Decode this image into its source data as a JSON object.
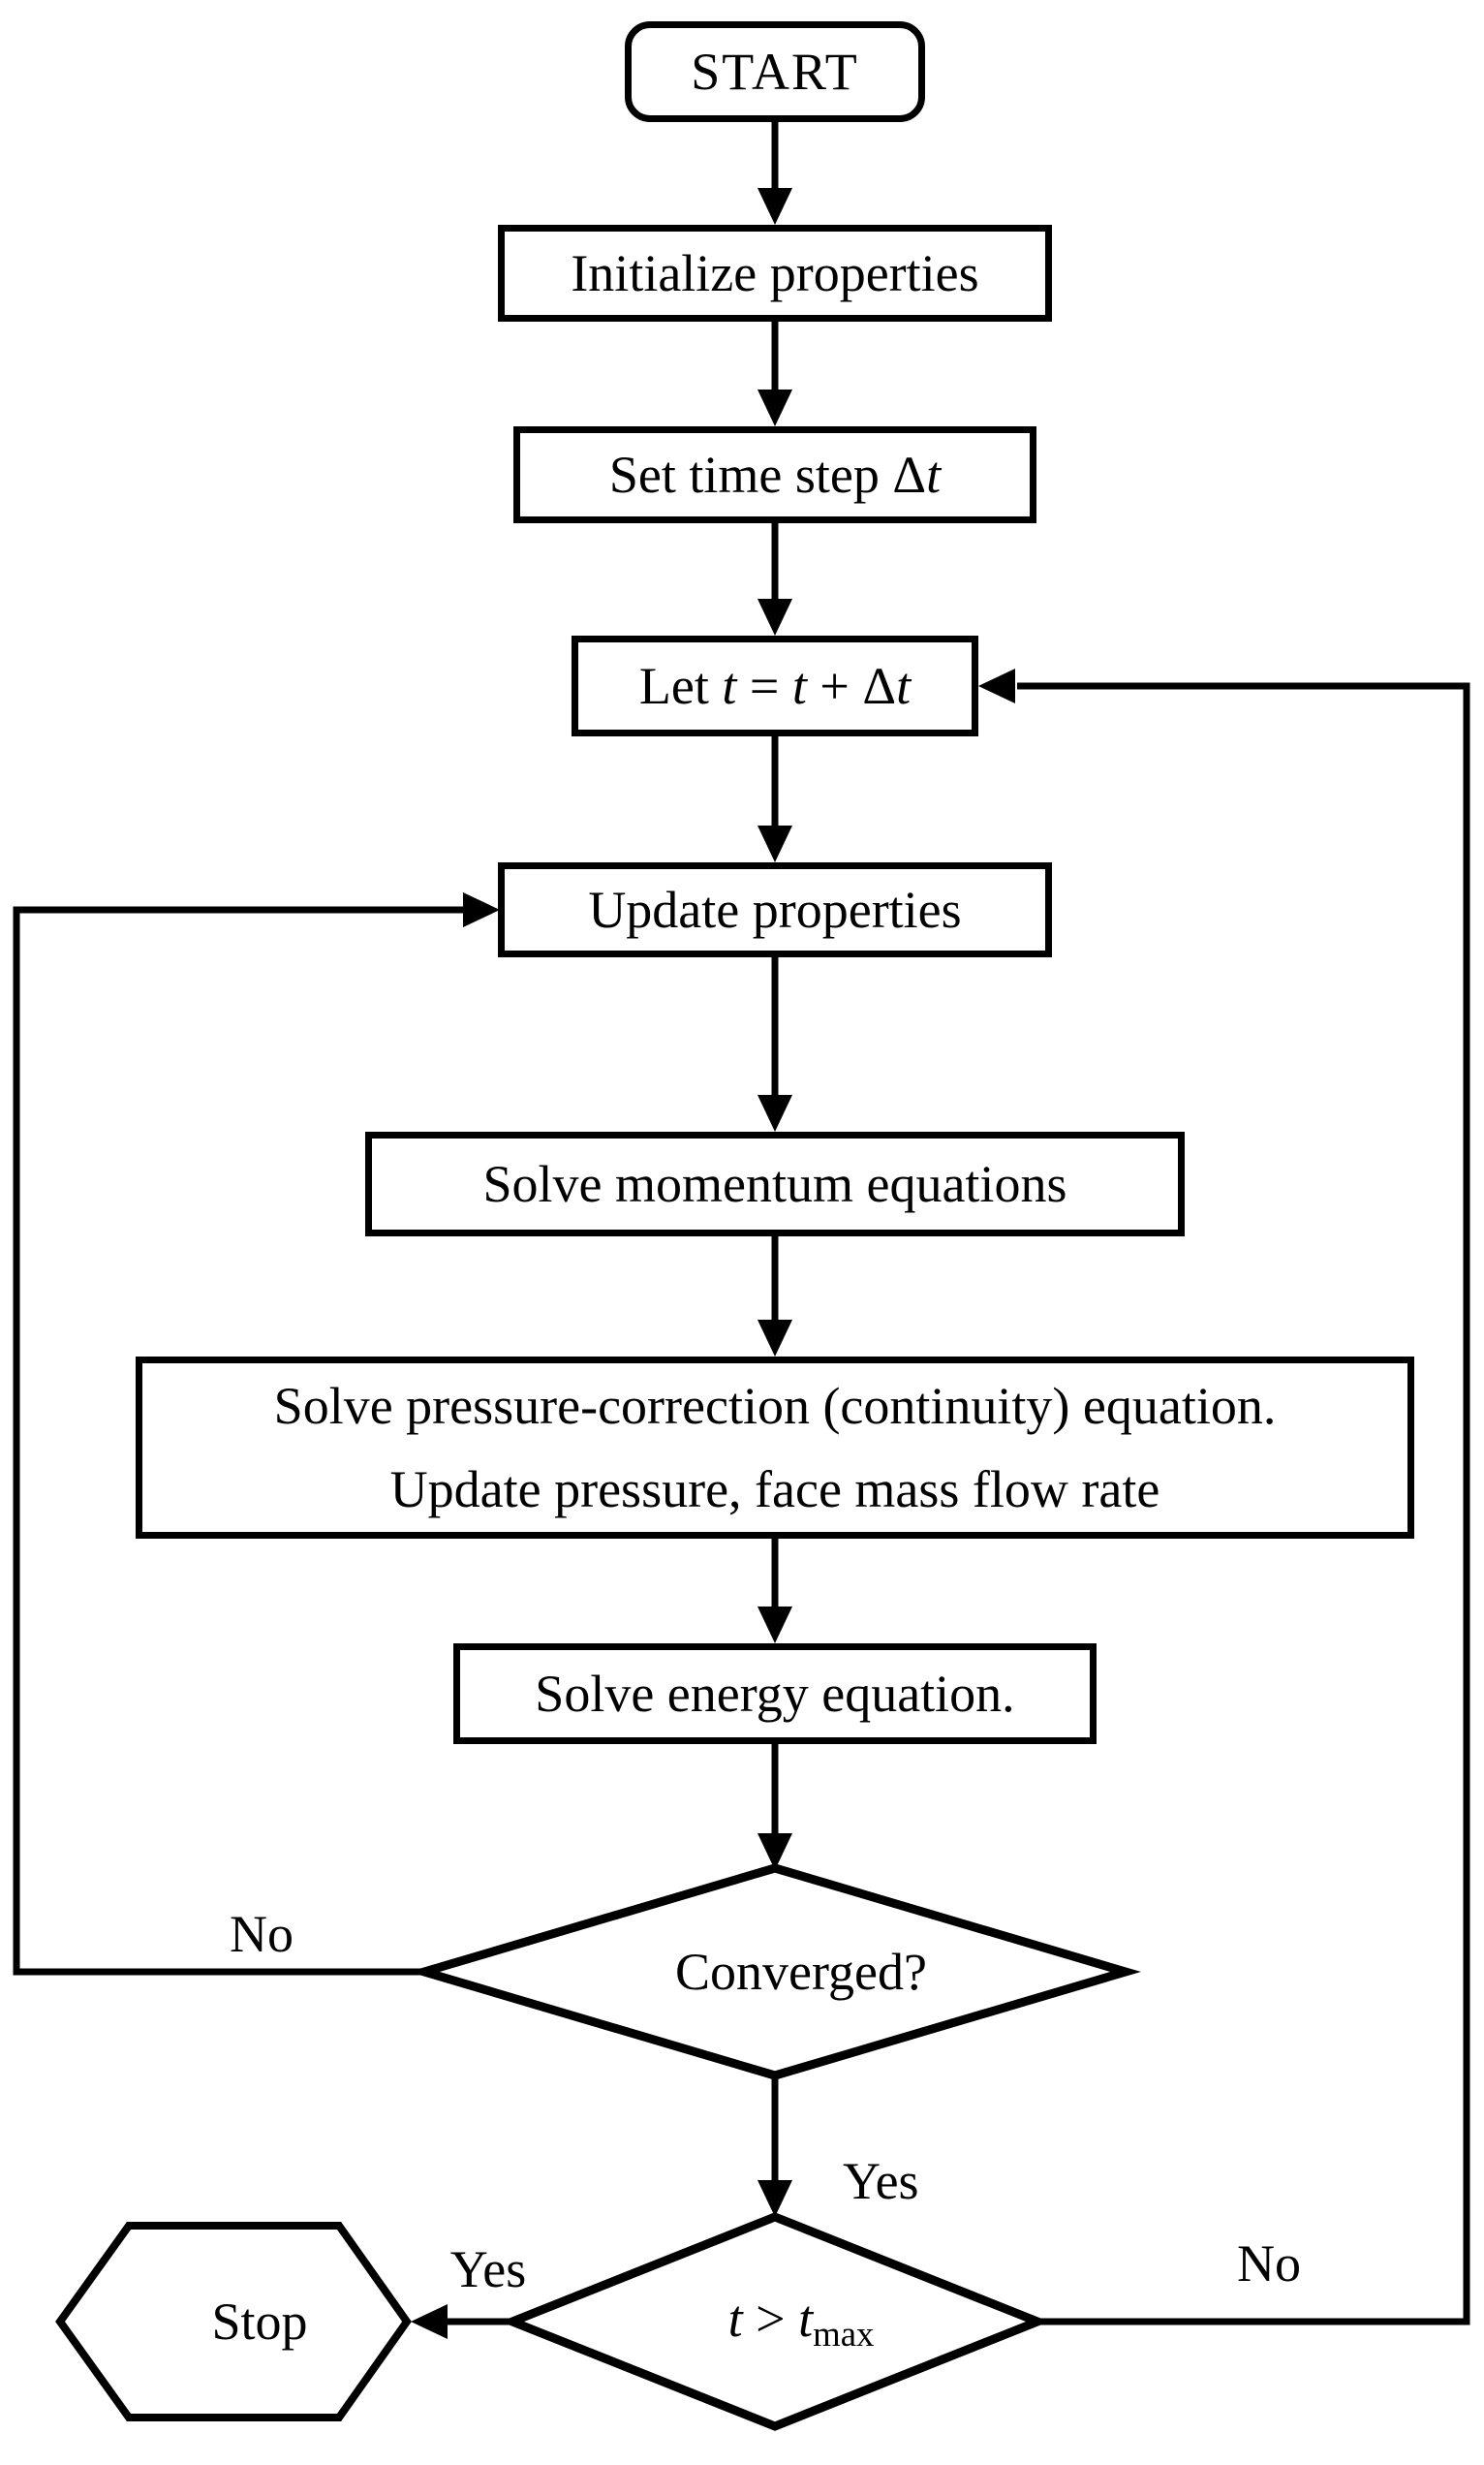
{
  "diagram": {
    "title_hint": "Transient segregated CFD solver flowchart",
    "background_color": "#ffffff",
    "line_color": "#000000"
  },
  "nodes": {
    "start": {
      "label": "START"
    },
    "initialize": {
      "label": "Initialize properties"
    },
    "set_time_step": {
      "prefix": "Set time step ",
      "delta": "Δ",
      "t": "t"
    },
    "advance_time": {
      "prefix": "Let ",
      "t1": "t",
      "equals": " = ",
      "t2": "t",
      "plus": " + ",
      "delta": "Δ",
      "t3": "t"
    },
    "update_properties": {
      "label": "Update properties"
    },
    "momentum": {
      "label": "Solve momentum equations"
    },
    "pressure": {
      "line1": "Solve pressure-correction (continuity) equation.",
      "line2": "Update pressure, face mass flow rate"
    },
    "energy": {
      "label": "Solve energy equation."
    },
    "converged": {
      "label": "Converged?"
    },
    "time_check": {
      "t1": "t",
      "gt": " > ",
      "t2": "t",
      "subscript": "max"
    },
    "stop": {
      "label": "Stop"
    }
  },
  "edge_labels": {
    "converged_no": "No",
    "converged_yes": "Yes",
    "time_check_yes": "Yes",
    "time_check_no": "No"
  }
}
